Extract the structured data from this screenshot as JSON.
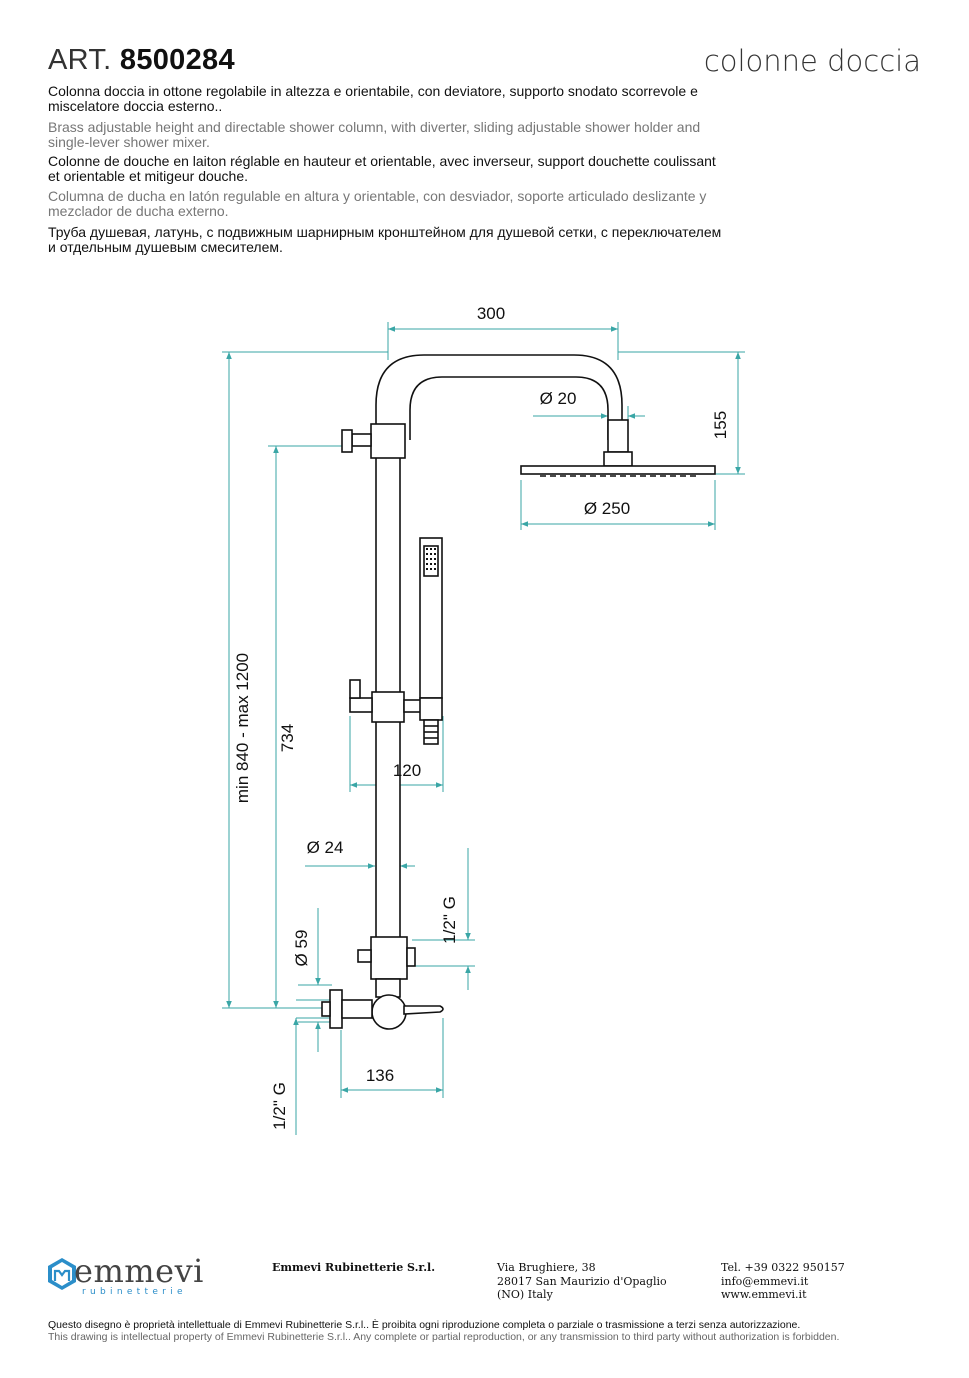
{
  "header": {
    "art_prefix": "ART.",
    "art_number": "8500284",
    "category": "colonne doccia"
  },
  "descriptions": [
    "Colonna doccia in ottone regolabile in altezza e orientabile, con deviatore, supporto snodato scorrevole e miscelatore doccia esterno..",
    "Brass adjustable height and directable shower column, with diverter, sliding adjustable shower holder and single-lever shower mixer.",
    "Colonne de douche en laiton réglable en hauteur et orientable, avec inverseur, support douchette coulissant et orientable et mitigeur douche.",
    "Columna de ducha en latón regulable en altura y orientable, con desviador, soporte articulado deslizante y mezclador de ducha externo.",
    "Труба душевая, латунь, с подвижным шарнирным кронштейном для душевой сетки, с переключателем и отдельным душевым смесителем."
  ],
  "dimensions": {
    "width_top": "300",
    "diameter_arm": "Ø 20",
    "height_head": "155",
    "diameter_head": "Ø 250",
    "height_total": "min 840 - max 1200",
    "height_slide": "734",
    "offset_holder": "120",
    "diameter_tube": "Ø 24",
    "thread_outlet": "1/2\" G",
    "diameter_mixer": "Ø 59",
    "width_mixer": "136",
    "thread_inlet": "1/2\" G"
  },
  "footer": {
    "logo_word": "emmevi",
    "logo_sub": "rubinetterie",
    "company": "Emmevi Rubinetterie S.r.l.",
    "address": [
      "Via Brughiere, 38",
      "28017 San Maurizio d'Opaglio",
      "(NO) Italy"
    ],
    "contact": [
      "Tel. +39 0322 950157",
      "info@emmevi.it",
      "www.emmevi.it"
    ],
    "legal_it": "Questo disegno è proprietà intellettuale di Emmevi Rubinetterie S.r.l.. È proibita ogni riproduzione completa o parziale o trasmissione a terzi senza autorizzazione.",
    "legal_en": "This drawing is intellectual property of Emmevi Rubinetterie S.r.l.. Any complete or partial reproduction, or any transmission to third party without authorization is forbidden."
  },
  "colors": {
    "dimension_line": "#3aa6a6",
    "drawing": "#111111",
    "brand_blue": "#2b8ec9"
  }
}
